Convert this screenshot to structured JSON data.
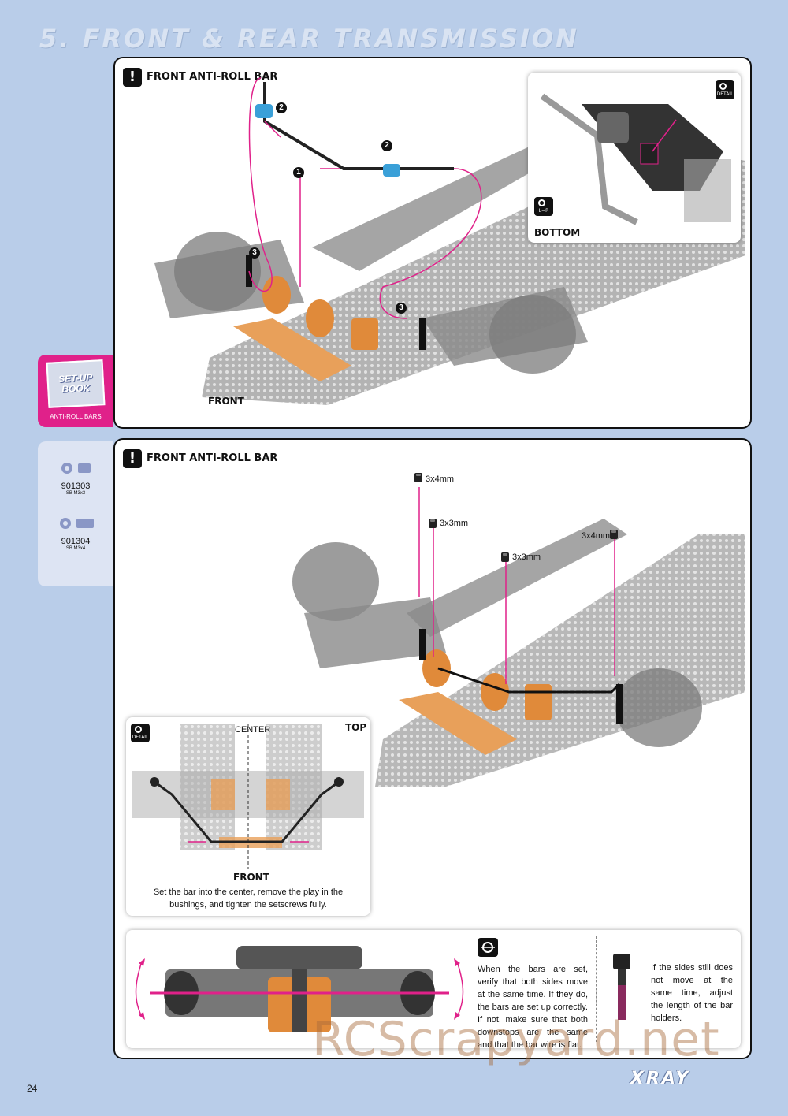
{
  "page": {
    "section_title": "5. FRONT & REAR TRANSMISSION",
    "page_number": "24",
    "brand": "XRAY",
    "watermark": "RCScrapyard.net"
  },
  "panel_top": {
    "heading": "FRONT ANTI-ROLL BAR",
    "step_labels": [
      "1",
      "2",
      "2",
      "3",
      "3"
    ],
    "front_label": "FRONT",
    "detail": {
      "icon_label": "DETAIL",
      "lr_icon_label": "L=R",
      "bottom_label": "BOTTOM"
    }
  },
  "setup_book": {
    "title": "SET-UP BOOK",
    "caption": "ANTI-ROLL BARS"
  },
  "parts": [
    {
      "code": "901303",
      "desc": "SB M3x3"
    },
    {
      "code": "901304",
      "desc": "SB M3x4"
    }
  ],
  "panel_bottom": {
    "heading": "FRONT ANTI-ROLL BAR",
    "screw_labels": [
      "3x4mm",
      "3x3mm",
      "3x3mm",
      "3x4mm"
    ],
    "detail_inset": {
      "icon_label": "DETAIL",
      "center_label": "CENTER",
      "top_label": "TOP",
      "front_label": "FRONT",
      "caption": "Set the bar into the center, remove the play in the bushings, and tighten the setscrews fully."
    },
    "check_inset": {
      "note_left": "When the bars are set, verify that both sides move at the same time. If they do, the bars are set up correctly. If not, make sure that both downstops are the same and that the bar wire is flat.",
      "note_right": "If the sides still does not move at the same time, adjust the length of the bar holders."
    }
  },
  "colors": {
    "background": "#b9cde9",
    "accent_pink": "#e0218a",
    "accent_orange": "#e08a3a",
    "panel_border": "#111111"
  }
}
